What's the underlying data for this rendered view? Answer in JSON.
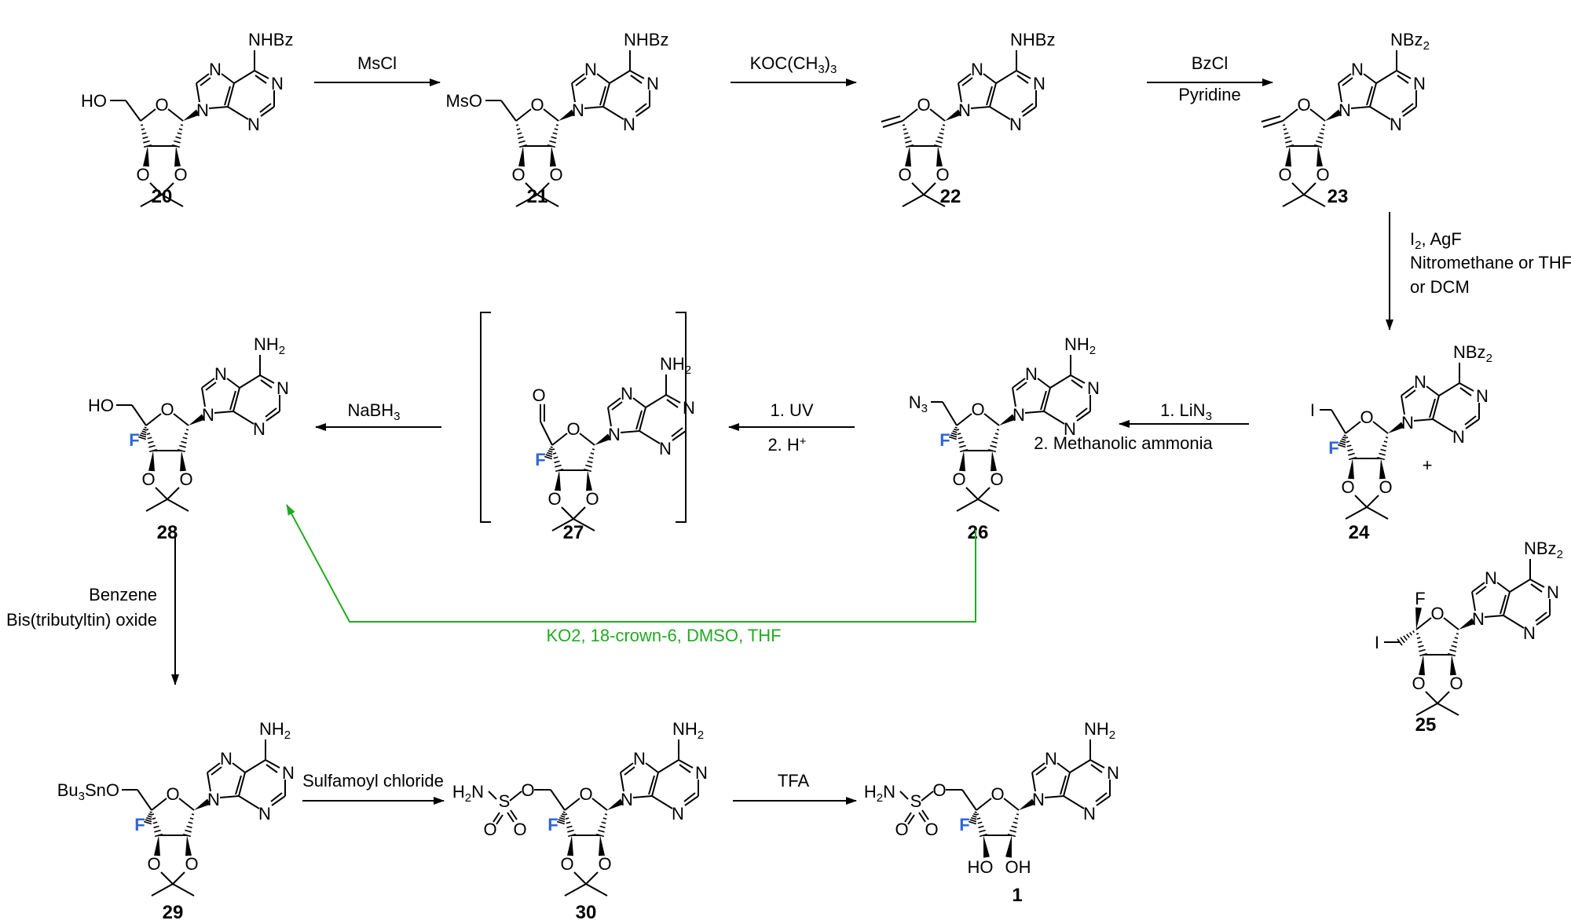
{
  "colors": {
    "fluorine": "#2f66d8",
    "green_route": "#22aa22"
  },
  "atoms": {
    "N": "N",
    "O": "O",
    "F": "F",
    "I": "I",
    "HO": "HO",
    "OH": "OH",
    "MsO": "MsO",
    "NHBz": "NHBz",
    "NBz": "NBz",
    "NH": "NH",
    "H": "H",
    "N3_N": "N",
    "H2N_H": "H",
    "H2N_N": "N",
    "S": "S",
    "Bu": "Bu",
    "SnO": "SnO",
    "sub2": "2",
    "sub3": "3",
    "plus_sup": "+"
  },
  "compounds": {
    "c20": "20",
    "c21": "21",
    "c22": "22",
    "c23": "23",
    "c24": "24",
    "c25": "25",
    "c26": "26",
    "c27": "27",
    "c28": "28",
    "c29": "29",
    "c30": "30",
    "c1": "1"
  },
  "reagents": {
    "msCl": "MsCl",
    "kot_a": "KOC(CH",
    "kot_b": ")",
    "bzcl": "BzCl",
    "pyridine": "Pyridine",
    "i2_a": "I",
    "i2_b": ", AgF",
    "nitro": "Nitromethane or THF",
    "dcm": "or DCM",
    "lin3_a": "1. LiN",
    "methanolic": "2. Methanolic ammonia",
    "uv": "1. UV",
    "hplus": "2. H",
    "nabh4_a": "NaBH",
    "benzene": "Benzene",
    "bistin": "Bis(tributyltin) oxide",
    "sulfamoyl": "Sulfamoyl chloride",
    "tfa": "TFA",
    "green": "KO2, 18-crown-6, DMSO, THF",
    "plus": "+"
  }
}
